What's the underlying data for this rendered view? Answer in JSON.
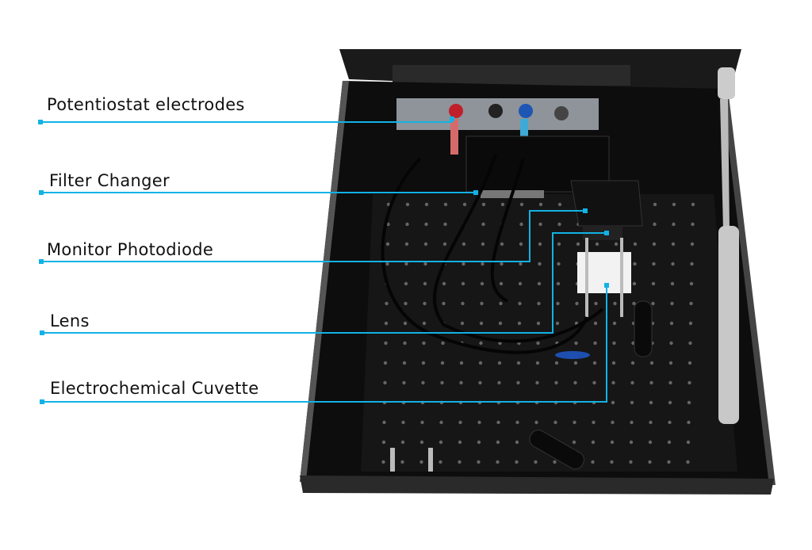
{
  "labels": [
    {
      "text": "Potentiostat electrodes"
    },
    {
      "text": "Filter Changer"
    },
    {
      "text": "Monitor Photodiode"
    },
    {
      "text": "Lens"
    },
    {
      "text": "Electrochemical Cuvette"
    }
  ],
  "colors": {
    "callout": "#12b2e4",
    "box": "#0c0c0c",
    "breadboard": "#151515"
  }
}
